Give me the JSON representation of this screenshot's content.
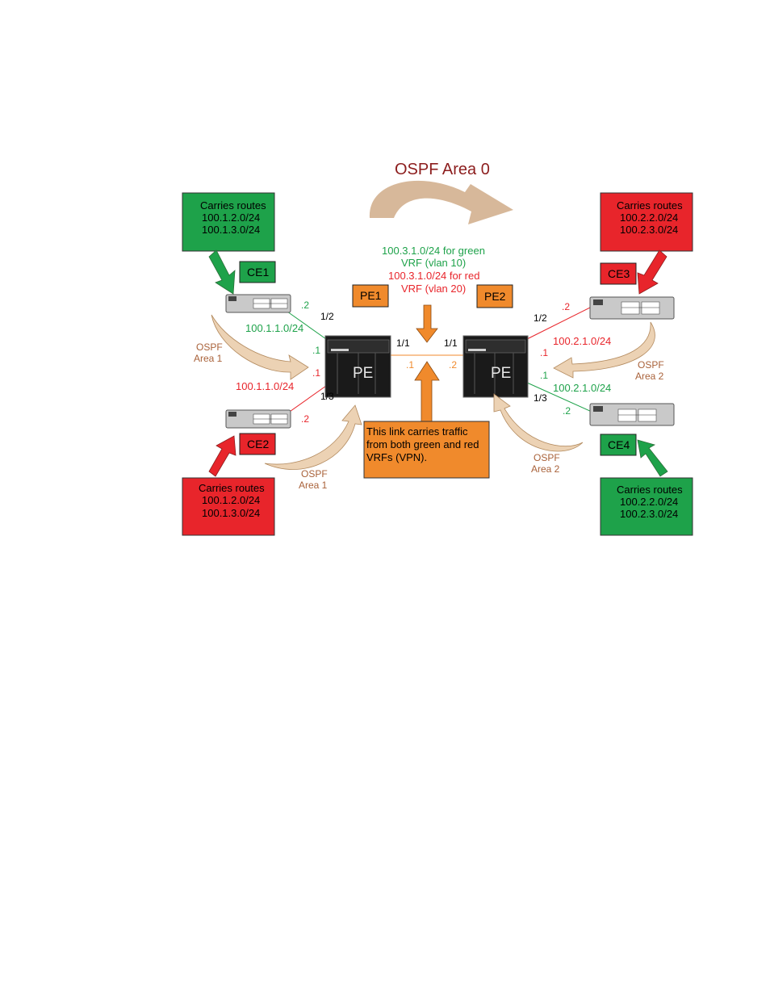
{
  "colors": {
    "green": "#1ea24a",
    "red": "#e8252b",
    "orange": "#f08a2c",
    "tan": "#d7b89a",
    "wine": "#8c1d1d",
    "brown_text": "#a9623a"
  },
  "title": "OSPF Area 0",
  "boxes": {
    "tl": [
      "Carries routes",
      "100.1.2.0/24",
      "100.1.3.0/24"
    ],
    "bl": [
      "Carries routes",
      "100.1.2.0/24",
      "100.1.3.0/24"
    ],
    "tr": [
      "Carries routes",
      "100.2.2.0/24",
      "100.2.3.0/24"
    ],
    "br": [
      "Carries routes",
      "100.2.2.0/24",
      "100.2.3.0/24"
    ]
  },
  "tags": {
    "ce1": "CE1",
    "ce2": "CE2",
    "ce3": "CE3",
    "ce4": "CE4",
    "pe1": "PE1",
    "pe2": "PE2"
  },
  "pe_label": "PE",
  "vrf_note": {
    "green": [
      "100.3.1.0/24 for green",
      "VRF (vlan 10)"
    ],
    "red": [
      "100.3.1.0/24 for red",
      "VRF (vlan 20)"
    ]
  },
  "link_note": [
    "This link carries traffic",
    "from both green and red",
    "VRFs (VPN)."
  ],
  "ports": {
    "p12": "1/2",
    "p13": "1/3",
    "p11": "1/1"
  },
  "hosts": {
    "h1": ".1",
    "h2": ".2"
  },
  "subnets": {
    "ce1_link": "100.1.1.0/24",
    "ce2_link": "100.1.1.0/24",
    "ce3_link": "100.2.1.0/24",
    "ce4_link": "100.2.1.0/24"
  },
  "ospf": {
    "line1": "OSPF",
    "area1": "Area 1",
    "area2": "Area 2"
  }
}
